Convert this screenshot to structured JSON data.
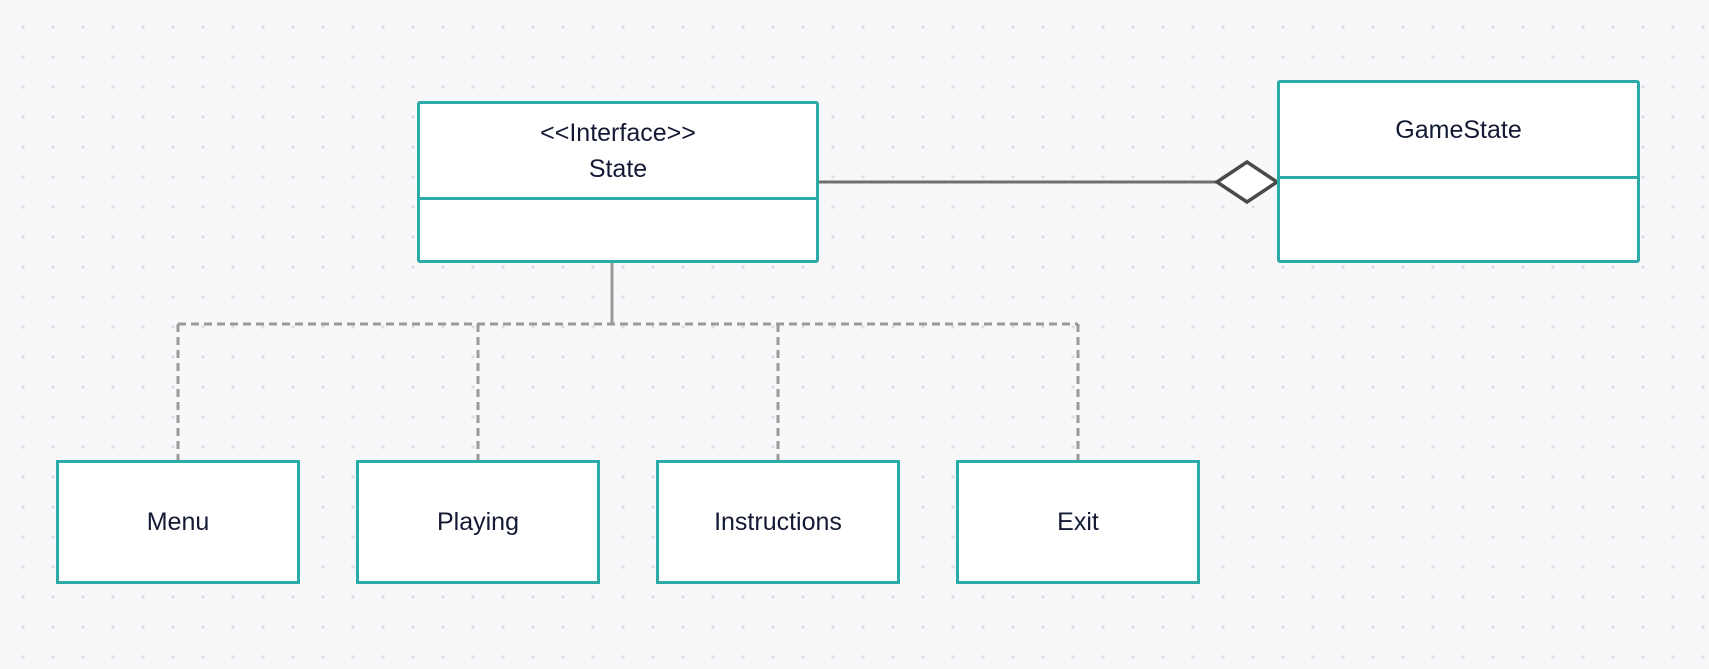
{
  "diagram": {
    "interface": {
      "stereotype": "<<Interface>>",
      "name": "State"
    },
    "context": {
      "name": "GameState"
    },
    "states": [
      {
        "name": "Menu"
      },
      {
        "name": "Playing"
      },
      {
        "name": "Instructions"
      },
      {
        "name": "Exit"
      }
    ],
    "relationships": [
      {
        "type": "aggregation",
        "from": "GameState",
        "to": "State"
      },
      {
        "type": "realization",
        "from": "Menu",
        "to": "State"
      },
      {
        "type": "realization",
        "from": "Playing",
        "to": "State"
      },
      {
        "type": "realization",
        "from": "Instructions",
        "to": "State"
      },
      {
        "type": "realization",
        "from": "Exit",
        "to": "State"
      }
    ],
    "colors": {
      "box_border": "#2aaba8",
      "aggregation_line": "#6f6f6f",
      "diamond_border": "#4a4a4a",
      "realization_line": "#9a9a9a",
      "text": "#141a33",
      "background": "#f8f8fa"
    }
  }
}
